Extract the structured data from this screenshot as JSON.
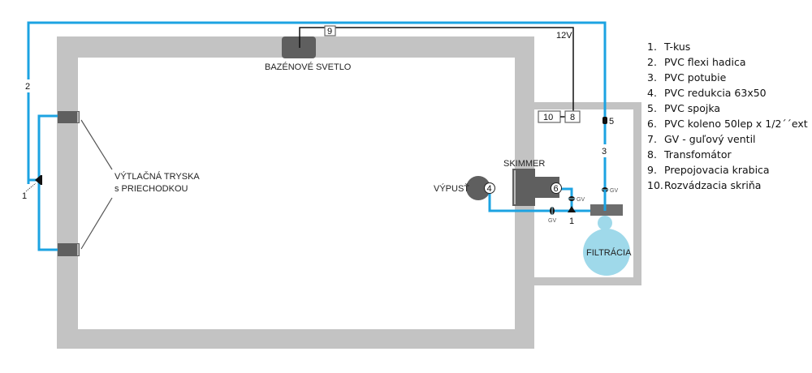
{
  "diagram": {
    "labels": {
      "pool_light": "BAZÉNOVÉ SVETLO",
      "jet_line1": "VÝTLAČNÁ TRYSKA",
      "jet_line2": "s PRIECHODKOU",
      "skimmer": "SKIMMER",
      "drain": "VÝPUSŤ",
      "filtration": "FILTRÁCIA",
      "voltage": "12V"
    },
    "markers": {
      "junction_box": "9",
      "transformer": "8",
      "switchboard": "10",
      "hose": "2",
      "tee_left": "1",
      "tee_right": "1",
      "coupler": "5",
      "pipe": "3",
      "reducer": "4",
      "elbow": "6",
      "valve": "GV"
    },
    "colors": {
      "pipe": "#1ca3e2",
      "wall": "#c3c3c3",
      "component": "#5f5f5f",
      "filter": "#9fd9ea",
      "wire": "#111111"
    }
  },
  "legend": {
    "items": [
      {
        "n": "1.",
        "text": "T-kus"
      },
      {
        "n": "2.",
        "text": "PVC flexi hadica"
      },
      {
        "n": "3.",
        "text": "PVC potubie"
      },
      {
        "n": "4.",
        "text": "PVC redukcia 63x50"
      },
      {
        "n": "5.",
        "text": "PVC spojka"
      },
      {
        "n": "6.",
        "text": "PVC koleno 50lep x 1/2´´ext"
      },
      {
        "n": "7.",
        "text": "GV - guľový ventil"
      },
      {
        "n": "8.",
        "text": "Transfomátor"
      },
      {
        "n": "9.",
        "text": "Prepojovacia krabica"
      },
      {
        "n": "10.",
        "text": "Rozvádzacia skriňa"
      }
    ]
  }
}
